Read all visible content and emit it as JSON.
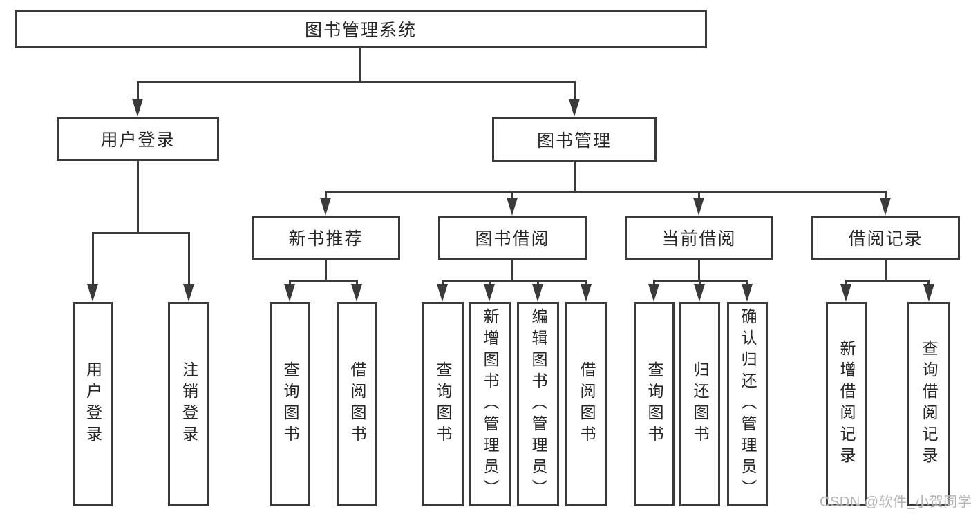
{
  "diagram": {
    "root": {
      "label": "图书管理系统"
    },
    "level2": {
      "user_login": {
        "label": "用户登录"
      },
      "book_mgmt": {
        "label": "图书管理"
      }
    },
    "level3": {
      "new_book": {
        "label": "新书推荐"
      },
      "book_borrow": {
        "label": "图书借阅"
      },
      "current_borrow": {
        "label": "当前借阅"
      },
      "borrow_record": {
        "label": "借阅记录"
      }
    },
    "leaves": {
      "user_login": [
        "用户登录",
        "注销登录"
      ],
      "new_book": [
        "查询图书",
        "借阅图书"
      ],
      "book_borrow": [
        "查询图书",
        "新增图书（管理员）",
        "编辑图书（管理员）",
        "借阅图书"
      ],
      "current_borrow": [
        "查询图书",
        "归还图书",
        "确认归还（管理员）"
      ],
      "borrow_record": [
        "新增借阅记录",
        "查询借阅记录"
      ]
    }
  },
  "watermark": "CSDN @软件_小贺同学",
  "colors": {
    "line": "#3a3a3a",
    "text": "#262626",
    "watermark": "#b3b3b3"
  }
}
